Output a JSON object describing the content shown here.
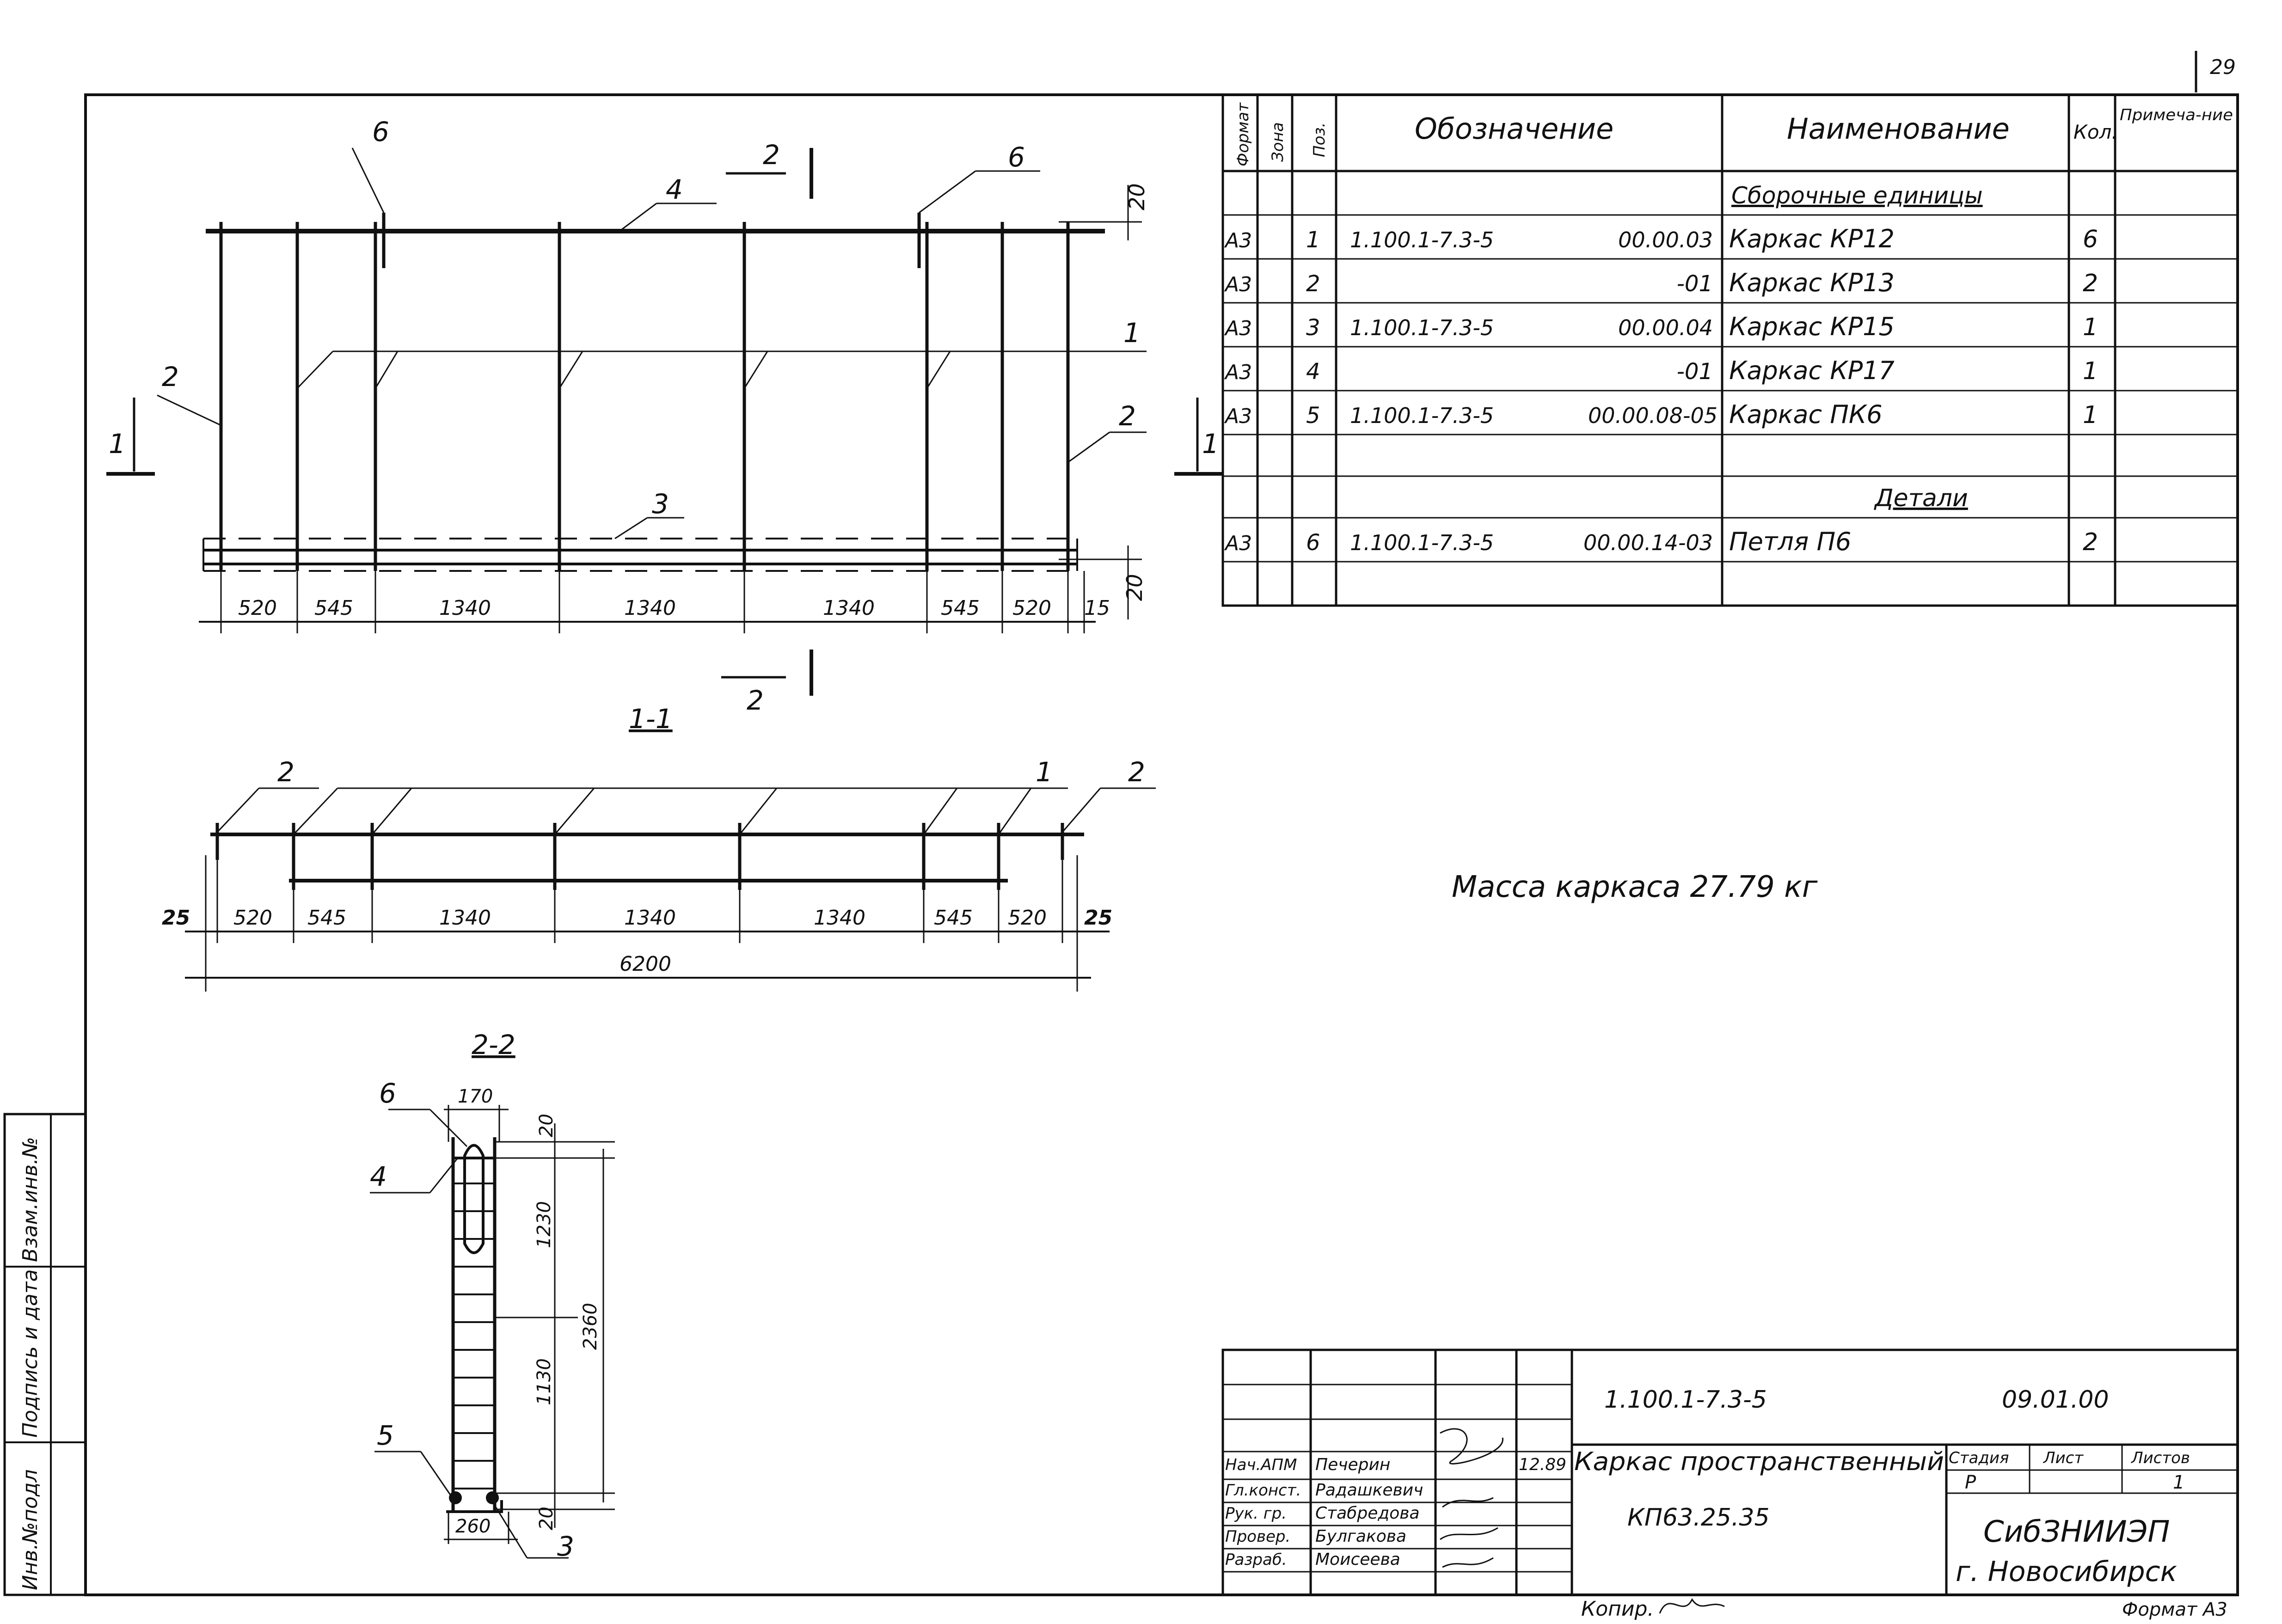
{
  "page_number": "29",
  "spec_table": {
    "headers": {
      "format": "Формат",
      "zone": "Зона",
      "pos": "Поз.",
      "designation": "Обозначение",
      "name": "Наименование",
      "qty": "Кол.",
      "note": "Примеча-ние"
    },
    "section_assembly": "Сборочные единицы",
    "section_details": "Детали",
    "rows": [
      {
        "format": "А3",
        "pos": "1",
        "designation": "1.100.1-7.3-5",
        "code": "00.00.03",
        "name": "Каркас КР12",
        "qty": "6"
      },
      {
        "format": "А3",
        "pos": "2",
        "designation": "",
        "code": "-01",
        "name": "Каркас КР13",
        "qty": "2"
      },
      {
        "format": "А3",
        "pos": "3",
        "designation": "1.100.1-7.3-5",
        "code": "00.00.04",
        "name": "Каркас КР15",
        "qty": "1"
      },
      {
        "format": "А3",
        "pos": "4",
        "designation": "",
        "code": "-01",
        "name": "Каркас КР17",
        "qty": "1"
      },
      {
        "format": "А3",
        "pos": "5",
        "designation": "1.100.1-7.3-5",
        "code": "00.00.08-05",
        "name": "Каркас ПК6",
        "qty": "1"
      },
      {
        "format": "А3",
        "pos": "6",
        "designation": "1.100.1-7.3-5",
        "code": "00.00.14-03",
        "name": "Петля П6",
        "qty": "2"
      }
    ]
  },
  "mass_note": "Масса каркаса 27.79 кг",
  "elevation": {
    "dims": [
      "520",
      "545",
      "1340",
      "1340",
      "1340",
      "545",
      "520",
      "15"
    ],
    "dim_20_top": "20",
    "dim_20_bottom": "20",
    "labels": {
      "pos1": "1",
      "pos2": "2",
      "pos3": "3",
      "pos4": "4",
      "pos6": "6",
      "sec1": "1",
      "sec2": "2"
    }
  },
  "section_1_1": {
    "title": "1-1",
    "dims": [
      "25",
      "520",
      "545",
      "1340",
      "1340",
      "1340",
      "545",
      "520",
      "25"
    ],
    "total": "6200",
    "labels": {
      "pos1": "1",
      "pos2": "2"
    }
  },
  "section_2_2": {
    "title": "2-2",
    "dims": {
      "width_top": "170",
      "width_bottom": "260",
      "top": "20",
      "h1": "1230",
      "h2": "1130",
      "total": "2360",
      "bottom": "20"
    },
    "labels": {
      "pos3": "3",
      "pos4": "4",
      "pos5": "5",
      "pos6": "6"
    }
  },
  "title_block": {
    "doc_code": "1.100.1-7.3-5",
    "date_code": "09.01.00",
    "title": "Каркас пространственный",
    "mark": "КП63.25.35",
    "stage_label": "Стадия",
    "sheet_label": "Лист",
    "sheets_label": "Листов",
    "stage": "Р",
    "sheet": "1",
    "org": "СибЗНИИЭП",
    "city": "г. Новосибирск",
    "date": "12.89",
    "roles": [
      {
        "role": "Нач.АПМ",
        "name": "Печерин"
      },
      {
        "role": "Гл.конст.",
        "name": "Радашкевич"
      },
      {
        "role": "Рук. гр.",
        "name": "Стабредова"
      },
      {
        "role": "Провер.",
        "name": "Булгакова"
      },
      {
        "role": "Разраб.",
        "name": "Моисеева"
      }
    ]
  },
  "stamp": {
    "inv_orig": "Инв.№подл",
    "sign_date": "Подпись и дата",
    "replace": "Взам.инв.№"
  },
  "footer": {
    "copy": "Копир.",
    "format": "Формат А3"
  }
}
